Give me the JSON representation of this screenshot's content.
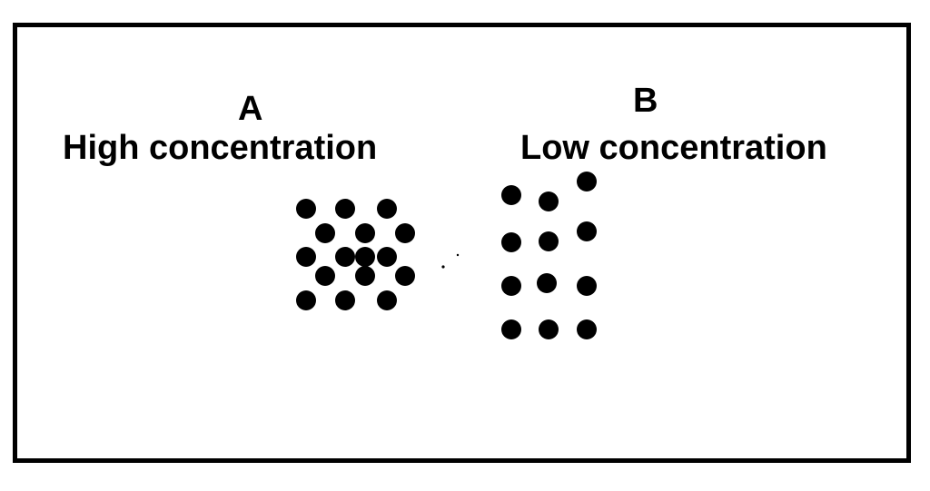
{
  "region_a": {
    "letter": "A",
    "caption": "High concentration"
  },
  "region_b": {
    "letter": "B",
    "caption": "Low concentration"
  },
  "colors": {
    "ink": "#000000",
    "background": "#ffffff"
  },
  "particles": {
    "region_a_count": 16,
    "region_b_count": 12
  }
}
